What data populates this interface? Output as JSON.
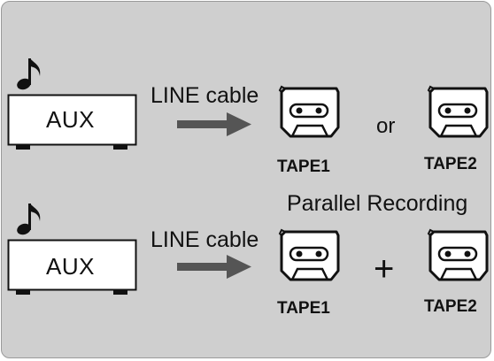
{
  "rows": [
    {
      "source": "AUX",
      "cable": "LINE cable",
      "tape_a": "TAPE1",
      "connector": "or",
      "tape_b": "TAPE2",
      "caption": ""
    },
    {
      "source": "AUX",
      "cable": "LINE cable",
      "tape_a": "TAPE1",
      "connector": "+",
      "tape_b": "TAPE2",
      "caption": "Parallel Recording"
    }
  ],
  "icons": {
    "note": "music-note-icon",
    "device": "aux-device-icon",
    "arrow": "arrow-right-icon",
    "tape": "cassette-tape-icon"
  },
  "colors": {
    "panel_bg": "#cfcfcf",
    "device_fill": "#ffffff",
    "stroke": "#111111",
    "arrow": "#555555"
  }
}
